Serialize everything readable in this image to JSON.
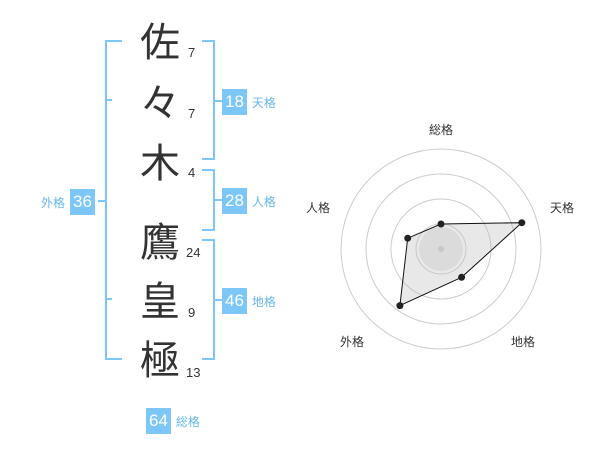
{
  "name": {
    "characters": [
      {
        "char": "佐",
        "strokes": "7"
      },
      {
        "char": "々",
        "strokes": "7"
      },
      {
        "char": "木",
        "strokes": "4"
      },
      {
        "char": "鷹",
        "strokes": "24"
      },
      {
        "char": "皇",
        "strokes": "9"
      },
      {
        "char": "極",
        "strokes": "13"
      }
    ]
  },
  "kakusu": {
    "tenkaku": {
      "label": "天格",
      "value": "18"
    },
    "jinkaku": {
      "label": "人格",
      "value": "28"
    },
    "chikaku": {
      "label": "地格",
      "value": "46"
    },
    "gaikaku": {
      "label": "外格",
      "value": "36"
    },
    "soukaku": {
      "label": "総格",
      "value": "64"
    }
  },
  "colors": {
    "bracket": "#7cc7f7",
    "badge_bg": "#7cc7f7",
    "badge_text": "#ffffff",
    "label_text": "#66b6ea",
    "char_text": "#333333",
    "radar_ring": "#cccccc",
    "radar_fill": "#e6e6e6",
    "radar_line": "#111111"
  },
  "chart_data": {
    "type": "radar",
    "axes": [
      "総格",
      "天格",
      "地格",
      "外格",
      "人格"
    ],
    "values": [
      0.25,
      0.85,
      0.35,
      0.7,
      0.35
    ],
    "rings": 4
  }
}
